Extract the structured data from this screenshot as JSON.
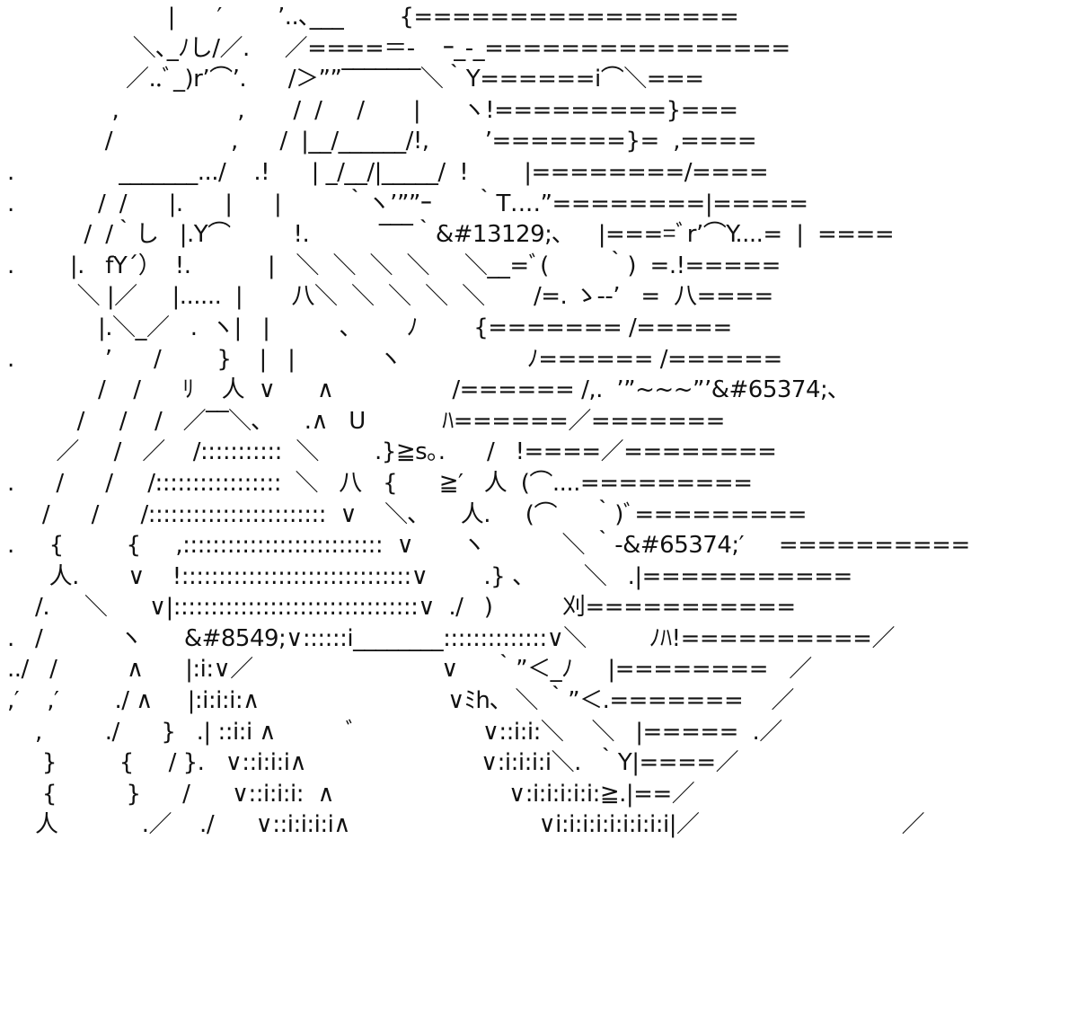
{
  "ascii_art": {
    "lines": [
      "                       |      ′        ’..､___        {=================",
      "                  ＼､_ﾉし/／.     ／====＝-    ｰ_-_================",
      "                 ／..ﾞ_)r’⌒’.      /＞””‾‾‾‾‾‾‾＼｀Y======i⌒＼===",
      "               ,                 ,       /  /     /       |      ヽ!=========}===",
      "              /                 ,      /  |__/______/!,        ’=======}=  ,====",
      ".               _______.../    .!      | _/__/|_____/  !        |========/====",
      ".            /  /      |.      |      |         ｀ヽ’””ｰ      ｀T‥‥”========|=====",
      "           /  /｀し   |.Y⌒         !.          ‾‾‾｀&#13129;､     |====ﾞr’⌒Y....=  |  ====",
      ".        |.   fY´）  !.           |   ＼  ＼  ＼  ＼     ＼__=ﾞ(        ｀)  =.!=====",
      "          ＼ |／     |......  |       八＼  ＼  ＼  ＼  ＼       /=. ゝ--’   =  八====",
      "             |.＼_／   .  ヽ|   |          ､        ﾉ        {======= /=====",
      ".             ’      /        }    |   |            ヽ                  ﾉ====== /======",
      "             /    /      ﾘ    人  ∨      ∧                 /====== /,.  ’”~~~”’&#65374;､",
      "          /     /    /   ／‾‾＼､      .∧   U           ﾊ======／=======",
      "       ／     /   ／    /:::::::::::  ＼        .}≧s｡.      /   !====／========",
      ".      /      /     /:::::::::::::::::  ＼   八   {      ≧′   人  (⌒....=========",
      "     /      /      /::::::::::::::::::::::::  ∨    ＼､      人.     (⌒     ｀)ﾞ=========",
      ".     {         {     ,:::::::::::::::::::::::::::  ∨       ヽ           ＼ ｀-&#65374;′     ==========",
      "      人.       ∨    !:::::::::::::::::::::::::::::::∨        .} 、       ＼   .|===========",
      "    /.     ＼      ∨|:::::::::::::::::::::::::::::::::∨  ./   )          刈===========",
      ".   /           ヽ      &#8549;∨::::::i________::::::::::::::∨＼         ﾉﾊ!==========／",
      "../   /          ∧      |:i:∨／                           ∨     ｀”＜_ﾉ     |========   ／",
      ",′    ,′        ./ ∧     |:i:i:i:∧                           ∨ﾐh､  ＼ ｀”＜.=======    ／",
      "    ,         ./      }   .| ::i:i ∧          ﾞ                  ∨::i:i:＼    ＼   |=====  .／",
      "     }         {     / }.   ∨::i:i:i∧                         ∨:i:i:i:i＼.  ｀Y|====／",
      "     {          }      /      ∨::i:i:i:  ∧                         ∨:i:i:i:i:i:≧.|==／",
      "    人            .／    ./      ∨::i:i:i:i∧                           ∨i:i:i:i:i:i:i:i:i|／                             ／"
    ]
  }
}
